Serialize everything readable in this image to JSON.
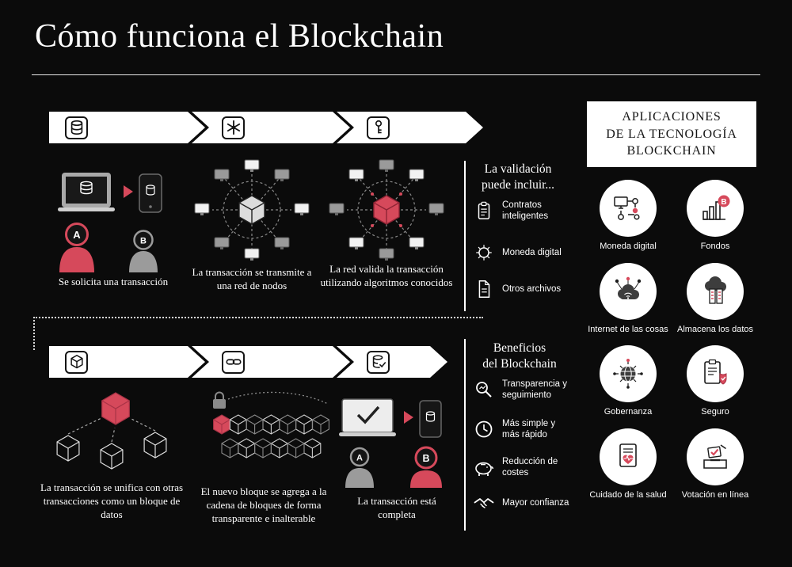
{
  "header": {
    "title": "Cómo funciona el Blockchain"
  },
  "colors": {
    "background": "#0b0b0b",
    "accent": "#d6495b",
    "gray": "#9b9b9b",
    "white": "#ffffff"
  },
  "labels": {
    "person_a": "A",
    "person_b": "B",
    "coin_b": "B"
  },
  "steps_row1": [
    {
      "icon": "database-icon",
      "caption": "Se solicita una transacción"
    },
    {
      "icon": "network-hub-icon",
      "caption": "La transacción se transmite a una red de nodos"
    },
    {
      "icon": "key-icon",
      "caption": "La red valida la transacción utilizando algoritmos conocidos"
    }
  ],
  "validation": {
    "title": "La validación\npuede incluir...",
    "items": [
      {
        "icon": "smart-contract-icon",
        "label": "Contratos inteligentes"
      },
      {
        "icon": "digital-currency-icon",
        "label": "Moneda digital"
      },
      {
        "icon": "other-files-icon",
        "label": "Otros archivos"
      }
    ]
  },
  "steps_row2": [
    {
      "icon": "block-icon",
      "caption": "La transacción se unifica con otras transacciones como un bloque de datos"
    },
    {
      "icon": "chain-link-icon",
      "caption": "El nuevo bloque se agrega a la cadena de bloques de forma transparente e inalterable"
    },
    {
      "icon": "database-check-icon",
      "caption": "La transacción está completa"
    }
  ],
  "benefits": {
    "title": "Beneficios\ndel Blockchain",
    "items": [
      {
        "icon": "magnifier-icon",
        "label": "Transparencia y seguimiento"
      },
      {
        "icon": "clock-icon",
        "label": "Más simple y más rápido"
      },
      {
        "icon": "piggy-bank-icon",
        "label": "Reducción de costes"
      },
      {
        "icon": "handshake-icon",
        "label": "Mayor confianza"
      }
    ]
  },
  "applications": {
    "title": "APLICACIONES\nDE LA TECNOLOGÍA\nBLOCKCHAIN",
    "items": [
      {
        "icon": "digital-currency-network-icon",
        "label": "Moneda digital"
      },
      {
        "icon": "funds-chart-icon",
        "label": "Fondos"
      },
      {
        "icon": "iot-cloud-icon",
        "label": "Internet de las cosas"
      },
      {
        "icon": "data-storage-icon",
        "label": "Almacena los datos"
      },
      {
        "icon": "governance-globe-icon",
        "label": "Gobernanza"
      },
      {
        "icon": "insurance-shield-icon",
        "label": "Seguro"
      },
      {
        "icon": "healthcare-icon",
        "label": "Cuidado de la salud"
      },
      {
        "icon": "online-voting-icon",
        "label": "Votación en línea"
      }
    ]
  }
}
